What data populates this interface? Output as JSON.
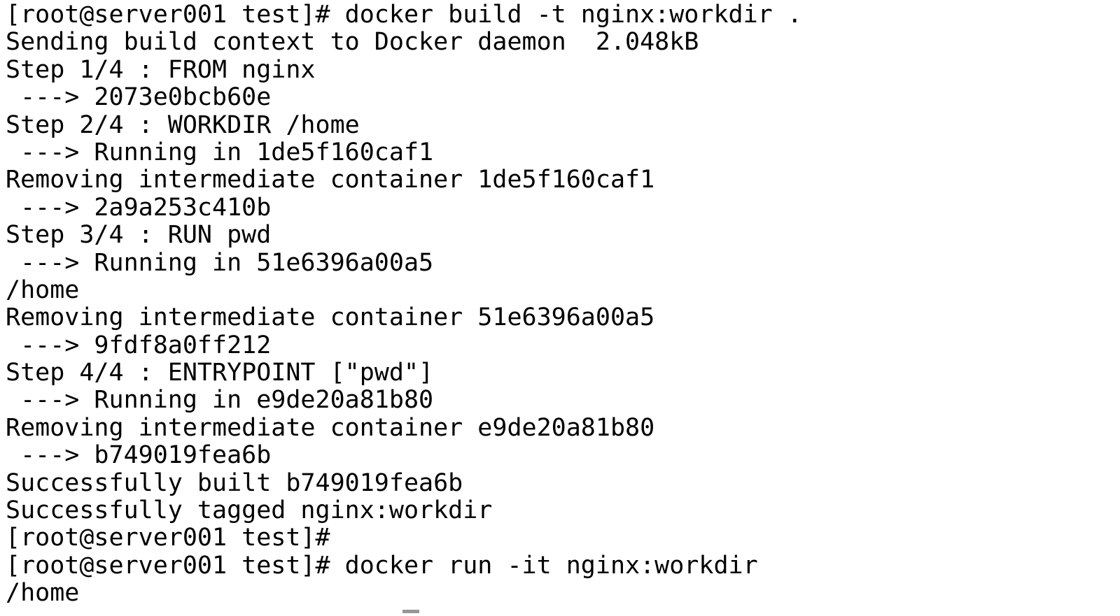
{
  "colors": {
    "background": "#ffffff",
    "text": "#000000",
    "cursor": "#979797"
  },
  "terminal": {
    "lines": [
      "[root@server001 test]# docker build -t nginx:workdir .",
      "Sending build context to Docker daemon  2.048kB",
      "Step 1/4 : FROM nginx",
      " ---> 2073e0bcb60e",
      "Step 2/4 : WORKDIR /home",
      " ---> Running in 1de5f160caf1",
      "Removing intermediate container 1de5f160caf1",
      " ---> 2a9a253c410b",
      "Step 3/4 : RUN pwd",
      " ---> Running in 51e6396a00a5",
      "/home",
      "Removing intermediate container 51e6396a00a5",
      " ---> 9fdf8a0ff212",
      "Step 4/4 : ENTRYPOINT [\"pwd\"]",
      " ---> Running in e9de20a81b80",
      "Removing intermediate container e9de20a81b80",
      " ---> b749019fea6b",
      "Successfully built b749019fea6b",
      "Successfully tagged nginx:workdir",
      "[root@server001 test]#",
      "[root@server001 test]# docker run -it nginx:workdir",
      "/home"
    ],
    "cursor": {
      "visible": true
    }
  }
}
